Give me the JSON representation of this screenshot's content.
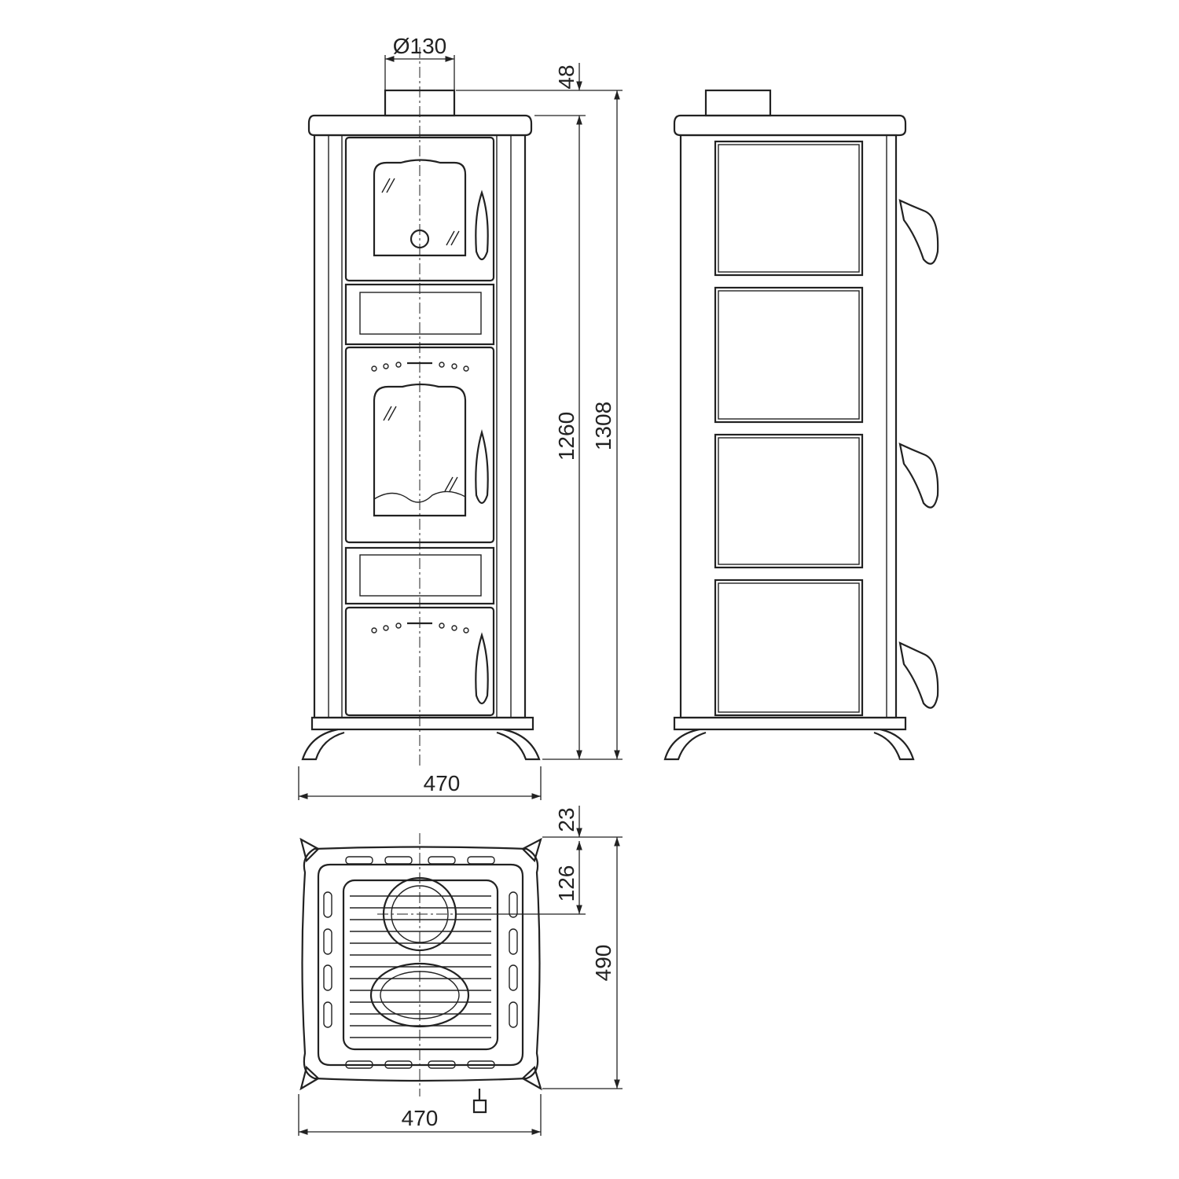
{
  "dimensions": {
    "flue_diameter": "Ø130",
    "collar_height": "48",
    "body_height": "1260",
    "total_height": "1308",
    "front_width": "470",
    "top_offset": "23",
    "flue_offset": "126",
    "depth": "490",
    "top_view_width": "470"
  },
  "colors": {
    "line": "#222222",
    "background": "#ffffff"
  }
}
